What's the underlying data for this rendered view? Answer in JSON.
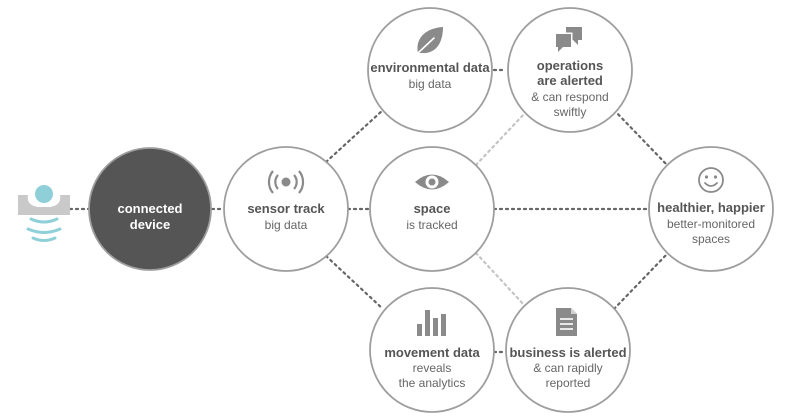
{
  "colors": {
    "node_stroke": "#9e9e9e",
    "node_fill": "#ffffff",
    "dark_fill": "#555555",
    "connector": "#666666",
    "connector_light": "#c4c4c4",
    "icon": "#8a8a8a",
    "sensor_accent": "#8fd0d8",
    "sensor_body": "#c9c9c9"
  },
  "nodes": {
    "connected_device": {
      "title_lines": [
        "connected",
        "device"
      ]
    },
    "sensor_track": {
      "title_lines": [
        "sensor track"
      ],
      "sub_lines": [
        "big data"
      ]
    },
    "environmental_data": {
      "title_lines": [
        "environmental data"
      ],
      "sub_lines": [
        "big data"
      ]
    },
    "operations": {
      "title_lines": [
        "operations",
        "are alerted"
      ],
      "sub_lines": [
        "& can respond",
        "swiftly"
      ]
    },
    "space": {
      "title_lines": [
        "space"
      ],
      "sub_lines": [
        "is tracked"
      ]
    },
    "healthier": {
      "title_lines": [
        "healthier, happier"
      ],
      "sub_lines": [
        "better-monitored",
        "spaces"
      ]
    },
    "movement_data": {
      "title_lines": [
        "movement data"
      ],
      "sub_lines": [
        "reveals",
        "the analytics"
      ]
    },
    "business": {
      "title_lines": [
        "business is alerted"
      ],
      "sub_lines": [
        "& can rapidly",
        "reported"
      ]
    }
  },
  "icons": {
    "sensor": "sensor-device-icon",
    "sensor_track": "broadcast-icon",
    "environmental": "leaf-icon",
    "operations": "chat-bubbles-icon",
    "space": "eye-icon",
    "healthier": "smiley-icon",
    "movement": "bar-chart-icon",
    "business": "document-icon"
  }
}
